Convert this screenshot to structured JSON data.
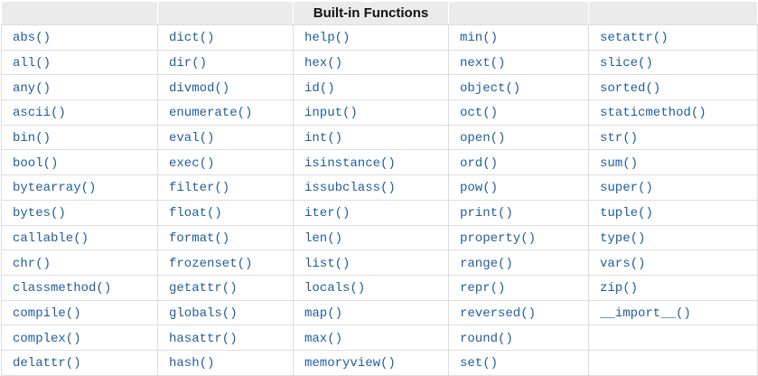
{
  "table": {
    "title": "Built-in Functions",
    "link_color": "#1f5c9e",
    "header_background": "#ebebeb",
    "border_color": "#dddddd",
    "rows": [
      [
        "abs()",
        "dict()",
        "help()",
        "min()",
        "setattr()"
      ],
      [
        "all()",
        "dir()",
        "hex()",
        "next()",
        "slice()"
      ],
      [
        "any()",
        "divmod()",
        "id()",
        "object()",
        "sorted()"
      ],
      [
        "ascii()",
        "enumerate()",
        "input()",
        "oct()",
        "staticmethod()"
      ],
      [
        "bin()",
        "eval()",
        "int()",
        "open()",
        "str()"
      ],
      [
        "bool()",
        "exec()",
        "isinstance()",
        "ord()",
        "sum()"
      ],
      [
        "bytearray()",
        "filter()",
        "issubclass()",
        "pow()",
        "super()"
      ],
      [
        "bytes()",
        "float()",
        "iter()",
        "print()",
        "tuple()"
      ],
      [
        "callable()",
        "format()",
        "len()",
        "property()",
        "type()"
      ],
      [
        "chr()",
        "frozenset()",
        "list()",
        "range()",
        "vars()"
      ],
      [
        "classmethod()",
        "getattr()",
        "locals()",
        "repr()",
        "zip()"
      ],
      [
        "compile()",
        "globals()",
        "map()",
        "reversed()",
        "__import__()"
      ],
      [
        "complex()",
        "hasattr()",
        "max()",
        "round()",
        ""
      ],
      [
        "delattr()",
        "hash()",
        "memoryview()",
        "set()",
        ""
      ]
    ]
  }
}
